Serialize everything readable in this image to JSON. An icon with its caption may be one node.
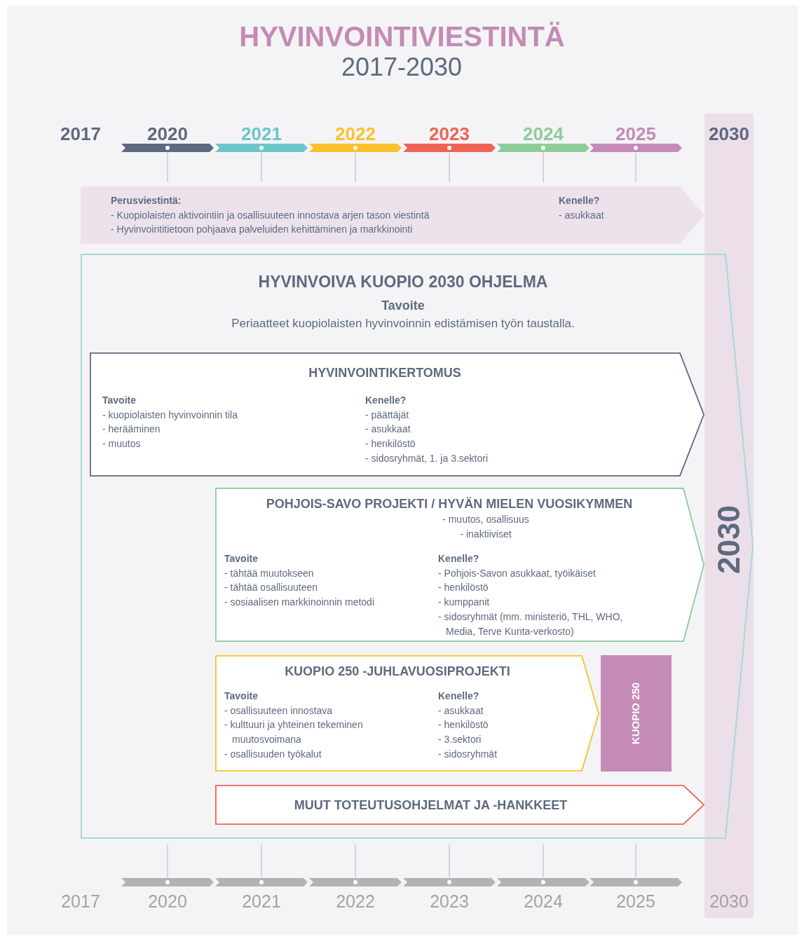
{
  "diagram": {
    "title": "HYVINVOINTIVIESTINTÄ",
    "nodes": [
      {
        "text": [
          "Perusviestintä:",
          "- Kuopiolaisten aktivointiin ja osallisuuteen innostava arjen tason viestintä",
          "- Hyvinvointitietoon pohjaava palveluiden kehittäminen ja markkinointi",
          "Kenelle?",
          "- asukkaat"
        ]
      },
      {
        "text": [
          "HYVINVOIVA KUOPIO 2030 OHJELMA",
          "Tavoite",
          "Periaatteet kuopiolaisten hyvinvoinnin edistämisen työn taustalla."
        ]
      },
      {
        "text": [
          "HYVINVOINTIKERTOMUS",
          "Tavoite",
          "- kuopiolaisten hyvinvoinnin tila",
          "- herääminen",
          "- muutos",
          "Kenelle?",
          "- päättäjät",
          "- asukkaat",
          "- henkilöstö",
          "- sidosryhmät, 1. ja 3.sektori"
        ],
        "in": 1
      },
      {
        "text": [
          "POHJOIS-SAVO PROJEKTI / HYVÄN MIELEN VUOSIKYMMEN",
          "- muutos, osallisuus",
          "- inaktiiviset",
          "Tavoite",
          "- tähtää muutokseen",
          "- tähtää osallisuuteen",
          "- sosiaalisen markkinoinnin metodi",
          "Kenelle?",
          "- Pohjois-Savon asukkaat, työikäiset",
          "- henkilöstö",
          "- kumppanit",
          "- sidosryhmät (mm. ministeriö, THL, WHO, Media, Terve Kunta-verkosto)"
        ],
        "in": 1
      },
      {
        "text": [
          "KUOPIO 250 -JUHLAVUOSIPROJEKTI",
          "Tavoite",
          "- osallisuuteen innostava",
          "- kulttuuri ja yhteinen tekeminen muutosvoimana",
          "- osallisuuden työkalut",
          "Kenelle?",
          "- asukkaat",
          "- henkilöstö",
          "- 3.sektori",
          "- sidosryhmät"
        ],
        "in": 1
      },
      {
        "text": [
          "KUOPIO 250"
        ],
        "in": 1
      },
      {
        "text": [
          "MUUT TOTEUTUSOHJELMAT JA -HANKKEET"
        ],
        "in": 1
      },
      {
        "text": [
          "2030",
          "2030",
          "2030"
        ]
      }
    ],
    "labels": [
      "2017-2030",
      "2017",
      "2020",
      "2021",
      "2022",
      "2023",
      "2024",
      "2025",
      "2017",
      "2020",
      "2021",
      "2022",
      "2023",
      "2024",
      "2025"
    ]
  }
}
